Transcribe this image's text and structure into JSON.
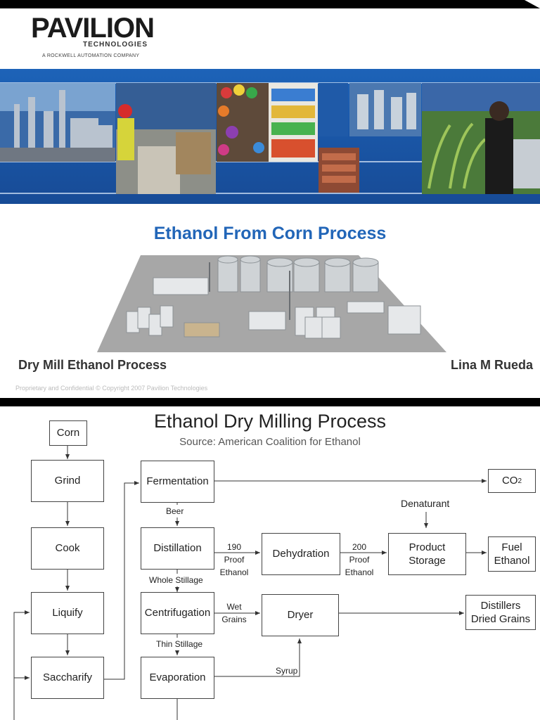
{
  "slide1": {
    "logo": {
      "name": "PAVILION",
      "sub": "TECHNOLOGIES",
      "tagline": "A ROCKWELL AUTOMATION COMPANY"
    },
    "banner_icon": "industry-photo-collage",
    "title": "Ethanol From Corn Process",
    "left_label": "Dry Mill Ethanol Process",
    "right_label": "Lina M Rueda",
    "footer": "Proprietary and Confidential   © Copyright 2007 Pavilion Technologies"
  },
  "slide2": {
    "title": "Ethanol Dry Milling Process",
    "subtitle": "Source: American Coalition for Ethanol",
    "boxes": {
      "corn": "Corn",
      "grind": "Grind",
      "cook": "Cook",
      "liquify": "Liquify",
      "saccharify": "Saccharify",
      "fermentation": "Fermentation",
      "distillation": "Distillation",
      "centrifugation": "Centrifugation",
      "evaporation": "Evaporation",
      "dehydration": "Dehydration",
      "dryer": "Dryer",
      "product_storage_1": "Product",
      "product_storage_2": "Storage",
      "co2_main": "CO",
      "co2_sub": "2",
      "fuel_1": "Fuel",
      "fuel_2": "Ethanol",
      "distillers_1": "Distillers",
      "distillers_2": "Dried Grains"
    },
    "labels": {
      "beer": "Beer",
      "whole_stillage": "Whole Stillage",
      "thin_stillage": "Thin Stillage",
      "proof190_1": "190 Proof",
      "proof190_2": "Ethanol",
      "proof200_1": "200 Proof",
      "proof200_2": "Ethanol",
      "wet_1": "Wet",
      "wet_2": "Grains",
      "syrup": "Syrup",
      "denaturant": "Denaturant"
    }
  }
}
